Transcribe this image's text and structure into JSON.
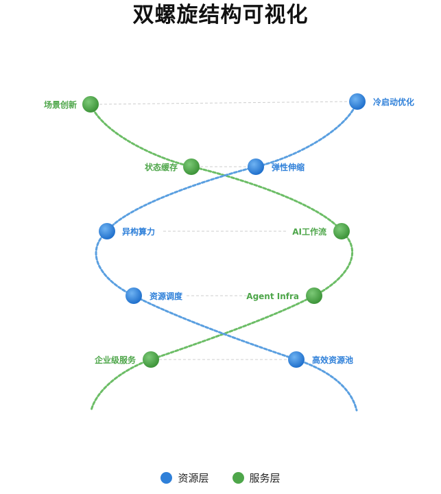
{
  "title": "双螺旋结构可视化",
  "colors": {
    "resource": "#2f80d9",
    "service": "#4ea64a",
    "resource_line": "#5a9fe0",
    "service_line": "#6cbd66",
    "rung": "#cccccc"
  },
  "service_nodes": [
    {
      "id": "s1",
      "label": "场景创新"
    },
    {
      "id": "s2",
      "label": "状态缓存"
    },
    {
      "id": "s3",
      "label": "AI工作流"
    },
    {
      "id": "s4",
      "label": "Agent Infra"
    },
    {
      "id": "s5",
      "label": "企业级服务"
    }
  ],
  "resource_nodes": [
    {
      "id": "r1",
      "label": "冷启动优化"
    },
    {
      "id": "r2",
      "label": "弹性伸缩"
    },
    {
      "id": "r3",
      "label": "异构算力"
    },
    {
      "id": "r4",
      "label": "资源调度"
    },
    {
      "id": "r5",
      "label": "高效资源池"
    }
  ],
  "legend": [
    {
      "label": "资源层",
      "series": "resource"
    },
    {
      "label": "服务层",
      "series": "service"
    }
  ]
}
